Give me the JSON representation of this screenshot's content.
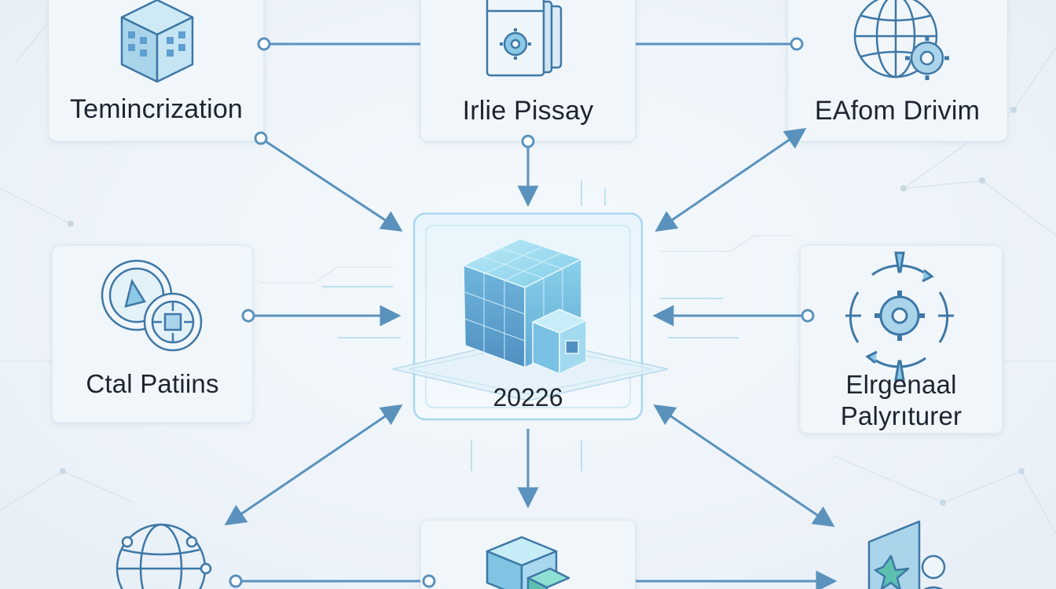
{
  "colors": {
    "accent": "#5b9cc6",
    "arrow": "#5a92bd",
    "icon_stroke": "#3e78a6",
    "icon_fill": "#a9d4ea",
    "card_bg": "#f1f6fb",
    "card_border": "#d8e4ee",
    "text": "#1e2530"
  },
  "hub": {
    "year": "20226",
    "icon": "glowing-cube-icon"
  },
  "nodes": {
    "top_left": {
      "label": "Temincrization",
      "icon": "building-cube-icon"
    },
    "top_center": {
      "label": "Irlie Pissay",
      "icon": "browser-gear-window-icon"
    },
    "top_right": {
      "label": "EAfom Drivim",
      "icon": "globe-gear-icon"
    },
    "middle_left": {
      "label": "Ctal Patiins",
      "icon": "compass-target-icon"
    },
    "middle_right": {
      "lines": [
        "Elrgenaal",
        "Palyrıturer"
      ],
      "icon": "gear-cycle-icon"
    },
    "bottom_left": {
      "icon": "globe-network-icon"
    },
    "bottom_center": {
      "icon": "cube-stack-icon"
    },
    "bottom_right": {
      "icon": "tablet-user-icon"
    }
  }
}
